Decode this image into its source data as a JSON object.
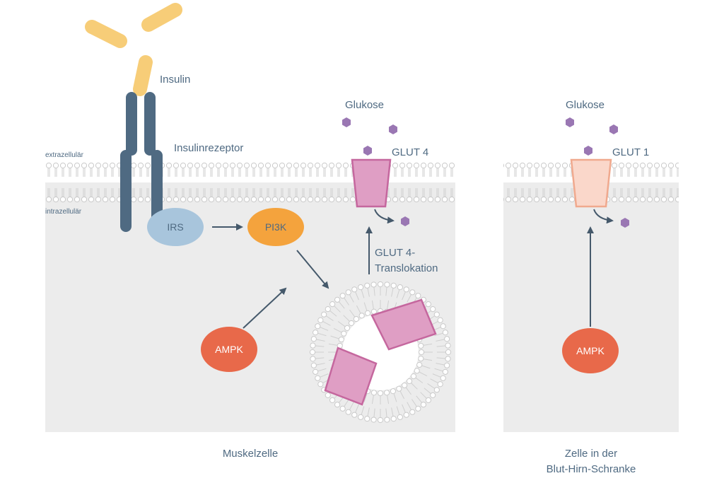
{
  "colors": {
    "cytoplasm": "#ececec",
    "membrane": "#cfcfcf",
    "receptor": "#4f6a82",
    "insulin": "#f7cd78",
    "irs": "#a8c5dc",
    "pi3k": "#f4a33d",
    "ampk": "#e8694a",
    "glut4": "#df9ec4",
    "glut4_edge": "#c5679e",
    "glut1": "#fad7ca",
    "glut1_edge": "#f0a98e",
    "glucose": "#9a77b3",
    "arrow": "#45596b",
    "text": "#4f6a82"
  },
  "muscle": {
    "insulin": "Insulin",
    "receptor": "Insulinrezeptor",
    "extra": "extrazellulär",
    "intra": "intrazellulär",
    "irs": "IRS",
    "pi3k": "PI3K",
    "ampk": "AMPK",
    "glucose": "Glukose",
    "glut": "GLUT 4",
    "translocation_1": "GLUT 4-",
    "translocation_2": "Translokation",
    "caption": "Muskelzelle"
  },
  "brain": {
    "glucose": "Glukose",
    "glut": "GLUT 1",
    "ampk": "AMPK",
    "caption_1": "Zelle in der",
    "caption_2": "Blut-Hirn-Schranke"
  }
}
